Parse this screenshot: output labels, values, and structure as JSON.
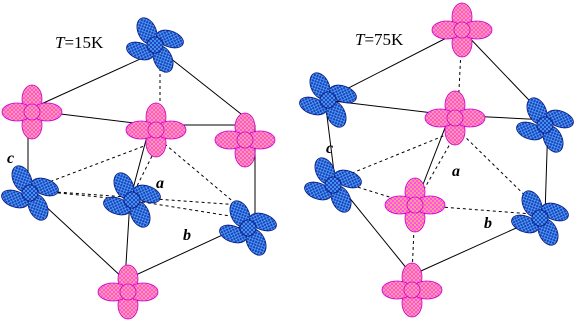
{
  "panels": [
    {
      "temperature_symbol": "T",
      "temperature_value": "=15K",
      "axis_labels": {
        "a": "a",
        "b": "b",
        "c": "c"
      }
    },
    {
      "temperature_symbol": "T",
      "temperature_value": "=75K",
      "axis_labels": {
        "a": "a",
        "b": "b",
        "c": "c"
      }
    }
  ],
  "colors": {
    "magenta_orbital": "#ff33ff",
    "magenta_mesh": "#ffd24a",
    "blue_orbital": "#1f3fbf",
    "blue_mesh": "#4fb8ff",
    "frame": "#000000"
  }
}
